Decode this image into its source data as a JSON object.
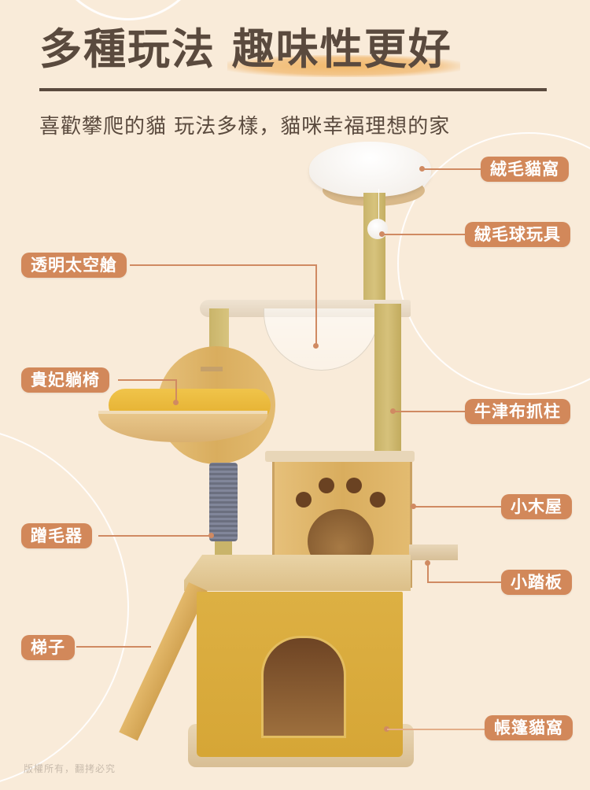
{
  "header": {
    "title_main": "多種玩法",
    "title_highlight": "趣味性更好",
    "subtitle": "喜歡攀爬的貓 玩法多樣，貓咪幸福理想的家"
  },
  "labels": {
    "plush_bed": "絨毛貓窩",
    "plush_ball_toy": "絨毛球玩具",
    "space_capsule": "透明太空艙",
    "lounge_chair": "貴妃躺椅",
    "oxford_scratching_post": "牛津布抓柱",
    "grooming_brush": "蹭毛器",
    "small_wooden_house": "小木屋",
    "small_step_board": "小踏板",
    "ladder": "梯子",
    "tent_cat_house": "帳篷貓窩"
  },
  "footer": {
    "copyright": "版權所有，翻拷必究"
  },
  "colors": {
    "background": "#f9ebd9",
    "text_dark": "#5a4a3e",
    "label_pill": "#d2885a",
    "leader_line": "#d08a62",
    "highlight_brush": "#f1b96b"
  }
}
